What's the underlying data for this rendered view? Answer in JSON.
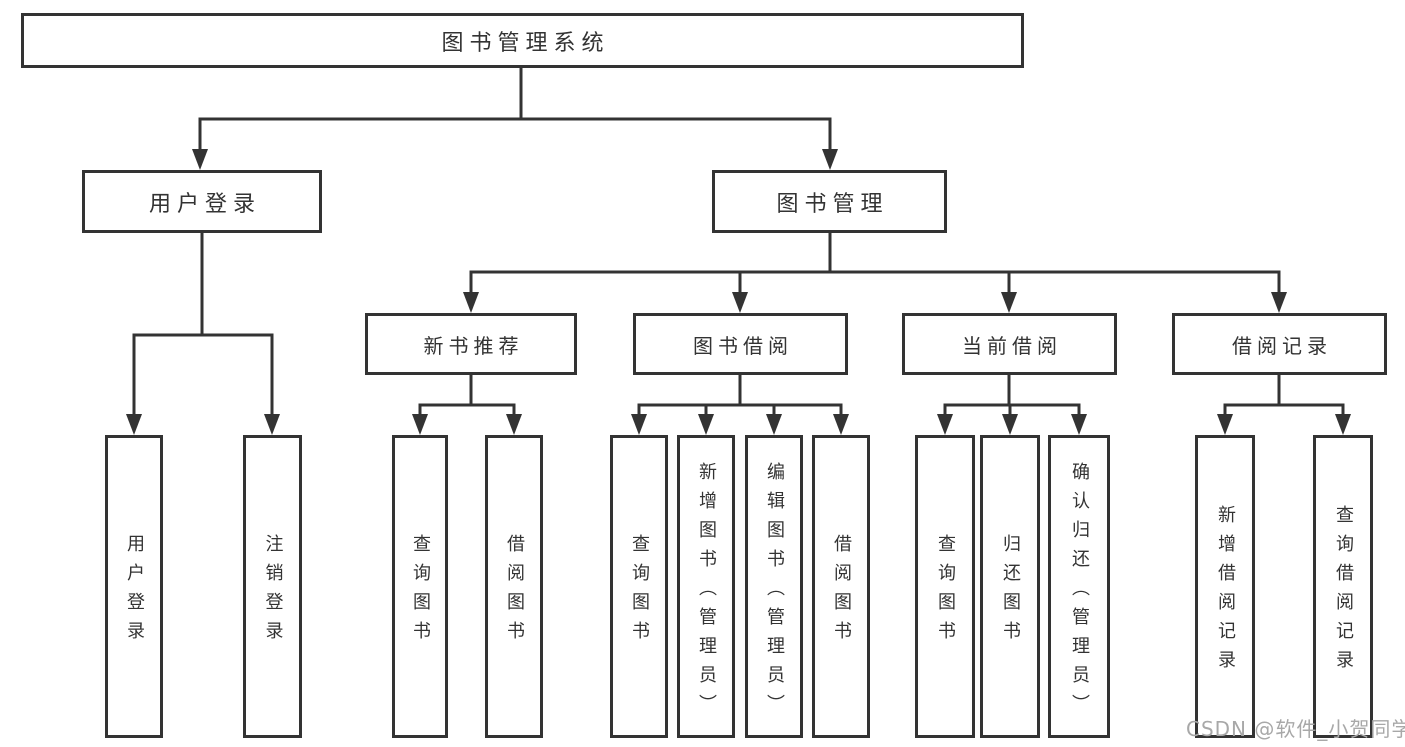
{
  "root": {
    "label": "图书管理系统"
  },
  "branches": {
    "user": {
      "label": "用户登录",
      "leaves": [
        "用户登录",
        "注销登录"
      ]
    },
    "book": {
      "label": "图书管理",
      "groups": [
        {
          "label": "新书推荐",
          "leaves": [
            "查询图书",
            "借阅图书"
          ]
        },
        {
          "label": "图书借阅",
          "leaves": [
            "查询图书",
            "新增图书（管理员）",
            "编辑图书（管理员）",
            "借阅图书"
          ]
        },
        {
          "label": "当前借阅",
          "leaves": [
            "查询图书",
            "归还图书",
            "确认归还（管理员）"
          ]
        },
        {
          "label": "借阅记录",
          "leaves": [
            "新增借阅记录",
            "查询借阅记录"
          ]
        }
      ]
    }
  },
  "watermark": {
    "text": "CSDN @软件_小贺同学"
  },
  "colors": {
    "line": "#333333",
    "box_border": "#333333",
    "text": "#333333",
    "watermark": "#a8a8a8",
    "background": "#ffffff"
  }
}
